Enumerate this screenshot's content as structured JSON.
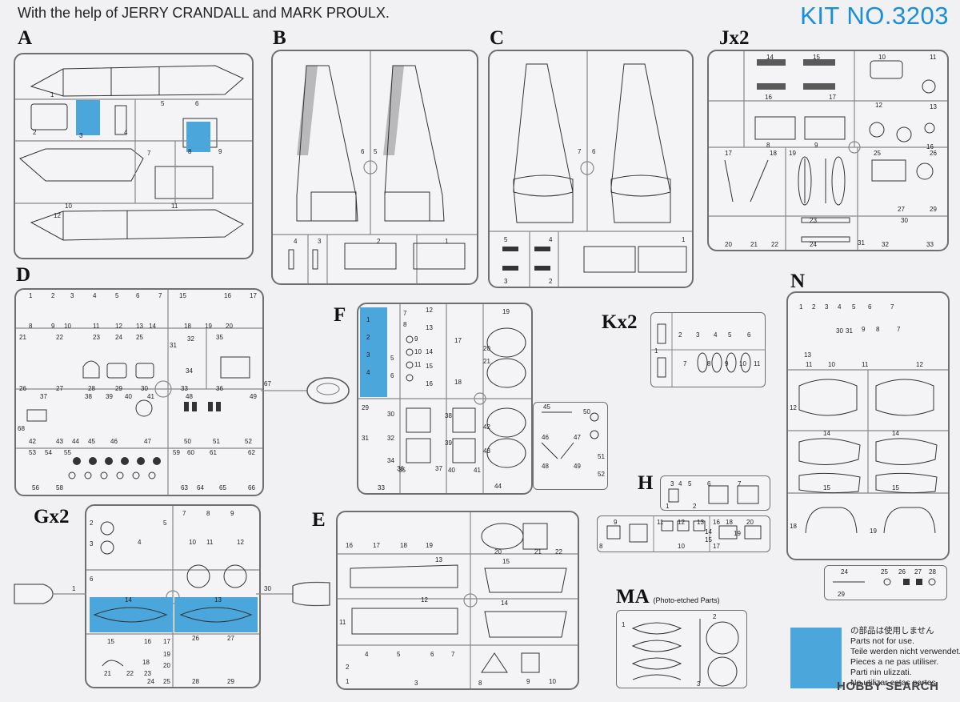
{
  "header": {
    "credit": "With the help of JERRY CRANDALL and MARK PROULX.",
    "kit_number": "KIT NO.3203"
  },
  "sprues": {
    "A": "A",
    "B": "B",
    "C": "C",
    "J": "Jx2",
    "D": "D",
    "F": "F",
    "K": "Kx2",
    "N": "N",
    "G": "Gx2",
    "E": "E",
    "H": "H",
    "MA": "MA",
    "MA_note": "(Photo-etched Parts)"
  },
  "legend": {
    "lines": [
      "の部品は使用しません",
      "Parts not for use.",
      "Teile werden nicht verwendet.",
      "Pieces a ne pas utiliser.",
      "Parti nin ulizzati.",
      "No utilizar estas partes."
    ],
    "color": "#4aa6db"
  },
  "watermark": "HOBBY SEARCH",
  "colors": {
    "not_for_use": "#4aa6db",
    "frame": "#6f6f6f",
    "kit_blue": "#1a8fd8"
  }
}
